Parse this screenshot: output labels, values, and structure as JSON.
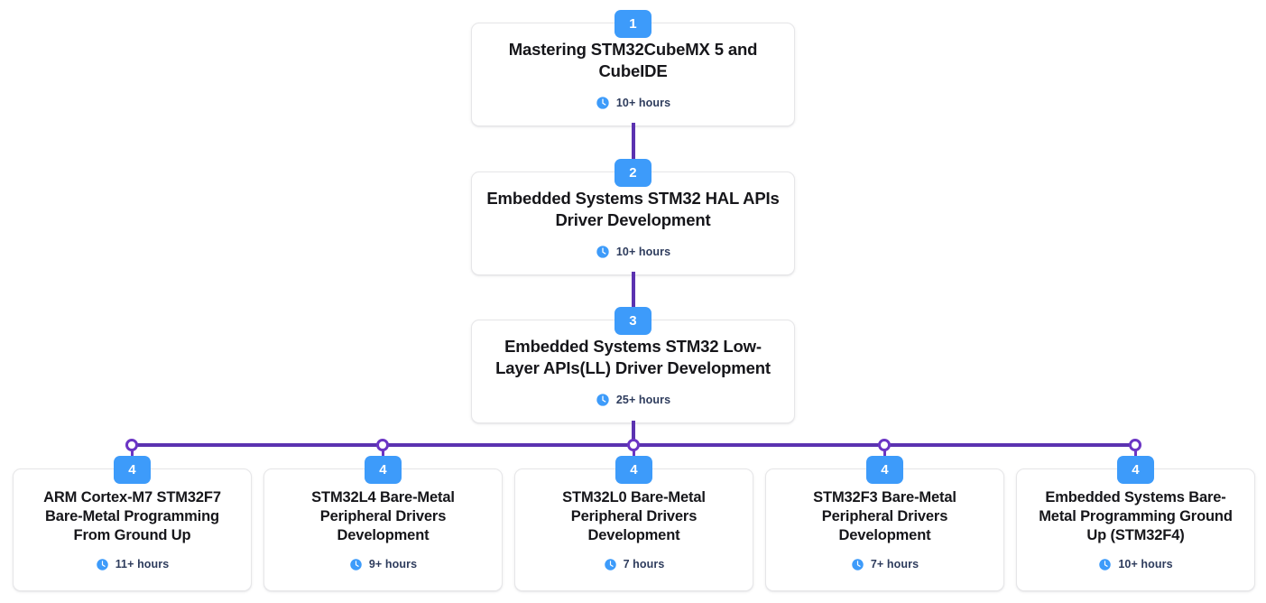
{
  "theme": {
    "background": "#ffffff",
    "badge_color": "#3d9bfa",
    "connector_color": "#5b32b0",
    "node_color": "#6b35c4",
    "title_color": "#16161a",
    "hours_color": "#2e3c5d",
    "card_border": "#e6e6e8"
  },
  "roadmap": {
    "icon_name": "clock-icon",
    "top_track": [
      {
        "step": "1",
        "title": "Mastering STM32CubeMX 5 and CubeIDE",
        "duration": "10+ hours"
      },
      {
        "step": "2",
        "title": "Embedded Systems STM32 HAL APIs Driver Development",
        "duration": "10+ hours"
      },
      {
        "step": "3",
        "title": "Embedded Systems STM32 Low-Layer APIs(LL) Driver Development",
        "duration": "25+ hours"
      }
    ],
    "branch_track": [
      {
        "step": "4",
        "title": "ARM Cortex-M7 STM32F7 Bare-Metal Programming From Ground Up",
        "duration": "11+ hours"
      },
      {
        "step": "4",
        "title": "STM32L4 Bare-Metal Peripheral Drivers Development",
        "duration": "9+ hours"
      },
      {
        "step": "4",
        "title": "STM32L0 Bare-Metal Peripheral Drivers Development",
        "duration": "7 hours"
      },
      {
        "step": "4",
        "title": "STM32F3 Bare-Metal Peripheral Drivers Development",
        "duration": "7+ hours"
      },
      {
        "step": "4",
        "title": "Embedded Systems Bare-Metal Programming Ground Up (STM32F4)",
        "duration": "10+ hours"
      }
    ]
  }
}
